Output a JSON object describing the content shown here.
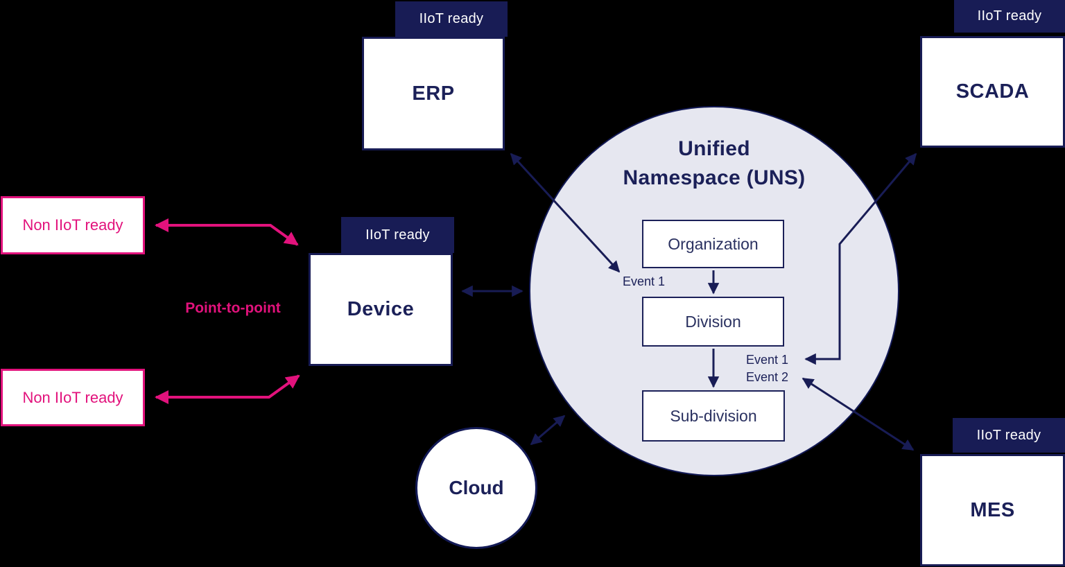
{
  "colors": {
    "navy": "#181c55",
    "pink": "#e2127c",
    "uns_fill": "#e6e7f0",
    "background": "#000000",
    "box_fill": "#ffffff"
  },
  "nodes": {
    "erp": {
      "badge": "IIoT ready",
      "label": "ERP"
    },
    "scada": {
      "badge": "IIoT ready",
      "label": "SCADA"
    },
    "device": {
      "badge": "IIoT ready",
      "label": "Device"
    },
    "mes": {
      "badge": "IIoT ready",
      "label": "MES"
    },
    "cloud": {
      "label": "Cloud"
    },
    "non_iiot_top": {
      "label": "Non IIoT ready"
    },
    "non_iiot_bottom": {
      "label": "Non IIoT ready"
    }
  },
  "uns": {
    "title": {
      "line1": "Unified",
      "line2": "Namespace (UNS)"
    },
    "hierarchy": [
      {
        "label": "Organization"
      },
      {
        "label": "Division"
      },
      {
        "label": "Sub-division"
      }
    ],
    "events": {
      "left": "Event 1",
      "right_top": "Event 1",
      "right_bottom": "Event 2"
    }
  },
  "labels": {
    "point_to_point": "Point-to-point"
  }
}
